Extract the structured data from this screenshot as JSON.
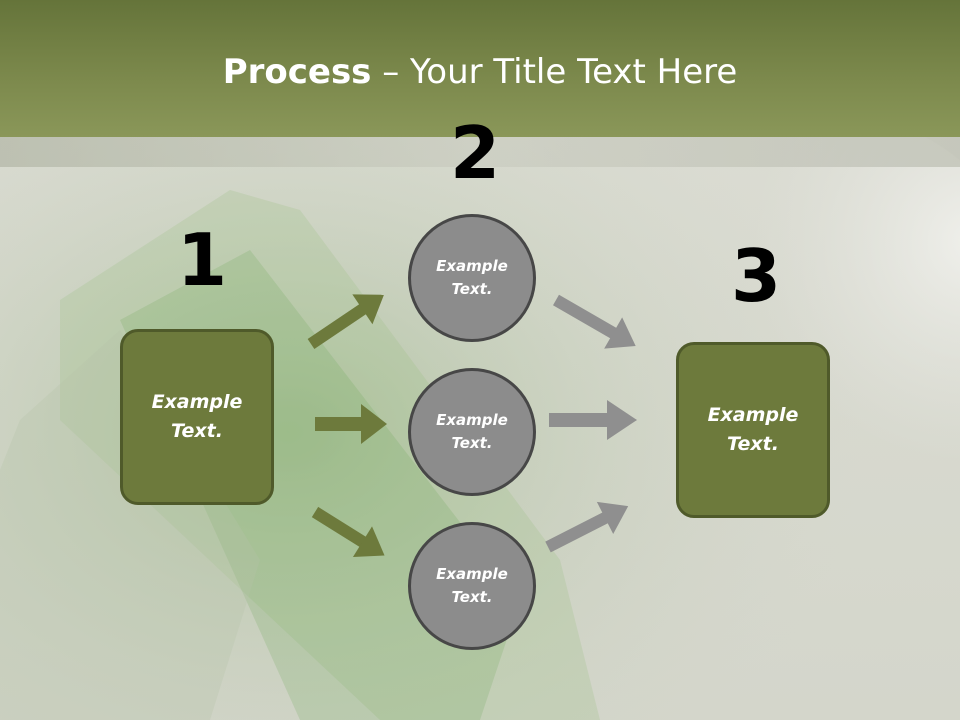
{
  "title": {
    "bold": "Process",
    "rest": " – Your Title Text Here"
  },
  "steps": {
    "step1": {
      "number": "1",
      "text": "Example\nText."
    },
    "step2": {
      "number": "2",
      "top_text": "Example\nText.",
      "mid_text": "Example\nText.",
      "bottom_text": "Example\nText."
    },
    "step3": {
      "number": "3",
      "text": "Example\nText."
    }
  },
  "colors": {
    "header": "#7d8a4d",
    "box_fill": "#6d7a3c",
    "circle_fill": "#8c8c8c",
    "arrow_green": "#6d7a3c",
    "arrow_gray": "#8f8f8f"
  }
}
